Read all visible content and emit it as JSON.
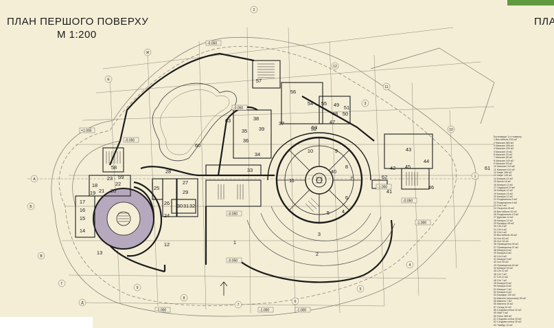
{
  "title": "ПЛАН ПЕРШОГО ПОВЕРХУ",
  "scale": "М 1:200",
  "right_title_fragment": "ПЛА",
  "colors": {
    "background": "#f4eed7",
    "walls": "#1b1b1b",
    "thin_lines": "#6d6a5f",
    "highlight_fill": "#b6a8bd",
    "accent_green": "#5f9b3e"
  },
  "room_numbers": [
    "1",
    "2",
    "3",
    "4",
    "5",
    "6",
    "7",
    "8",
    "9",
    "10",
    "11",
    "12",
    "13",
    "14",
    "15",
    "16",
    "17",
    "18",
    "19",
    "20",
    "21",
    "22",
    "23",
    "24",
    "25",
    "26",
    "27",
    "28",
    "29",
    "30",
    "31",
    "32",
    "33",
    "34",
    "35",
    "36",
    "37",
    "38",
    "39",
    "40",
    "41",
    "42",
    "43",
    "44",
    "45",
    "46",
    "47",
    "48",
    "49",
    "50",
    "51",
    "52",
    "53",
    "54",
    "55",
    "56",
    "57",
    "58",
    "59",
    "60",
    "61",
    "62",
    "63"
  ],
  "levels": [
    "-0.050",
    "-0.050",
    "-0.050",
    "+1.000",
    "-1.000",
    "-1.000",
    "-0.050",
    "-1.000",
    "-0.050",
    "-1.000",
    "-0.050",
    "-1.000"
  ],
  "axis_markers": [
    "A",
    "Б",
    "В",
    "Г",
    "Д",
    "Е",
    "Ж",
    "1",
    "2",
    "3",
    "4",
    "5",
    "6",
    "7",
    "8",
    "9",
    "10",
    "11",
    "12"
  ],
  "legend": {
    "heading": "Експлікація 1-го поверху",
    "items": [
      "1 Вестибюль 433 м2",
      "2 Магазин 583 м2",
      "3 Магазин 390 м2",
      "4 Магазин 209 м2",
      "5 Магазин 19 м2",
      "6 Магазин 23 м2",
      "7 Магазин 85 м2",
      "8 Магазин 100 м2",
      "9 Магазин 53 м2",
      "10 Магазин 115 м2",
      "11 Магазин 114 м2",
      "12 Кафе 185 м2",
      "13 Кафе 145 м2",
      "14 Комора 14 м2",
      "15 Кухня 16 м2",
      "16 Комора 12 м2",
      "17 Гардероб 24 м2",
      "18 Комора 12 м2",
      "19 Комора 12 м2",
      "20 Комора 12 м2",
      "21 Роздягальня 9 м2",
      "22 Роздягальня 9 м2",
      "23 С/в 1 м2",
      "24 Охорона 26 м2",
      "25 Вестибюль 52 м2",
      "26 Роздягальня 13 м2",
      "27 Душова 14 м2",
      "28 Комора 12 м2",
      "29 Коридор 45 м2",
      "30 С/в 4 м2",
      "31 С/в 4 м2",
      "32 С/в 4 м2",
      "33 Вестибюль 95 м2",
      "34 Хол 54 м2",
      "35 Хол 34 м2",
      "36 Приміщення 39 м2",
      "37 Приміщення 37 м2",
      "38 Комора 8 м2",
      "39 Комора 8 м2",
      "40 С/в 9 м2",
      "41 Комора 9 м2",
      "42 Хол 45 м2",
      "43 Приміщення 40 м2",
      "44 Комора 16 м2",
      "45 С/в 12 м2",
      "46 С/в 7 м2",
      "47 С/в 12 м2",
      "48 С/в 7 м2",
      "49 Комора 8 м2",
      "50 Комора 8 м2",
      "51 Комора 7 м2",
      "52 Комора 6 м2",
      "53 Коридор 130 м2",
      "54 Кімната персоналу 39 м2",
      "55 Кімната 7 м2",
      "56 Кімната 40 м2",
      "57 Склад 24 м2",
      "58 Сходова клітка 22 м2",
      "59 Ліфт 4 м2",
      "60 Патіо 380 м2",
      "61 Сходова клітка 25 м2",
      "62 Сходова клітка 25 м2",
      "63 Тамбур 12 м2"
    ]
  }
}
